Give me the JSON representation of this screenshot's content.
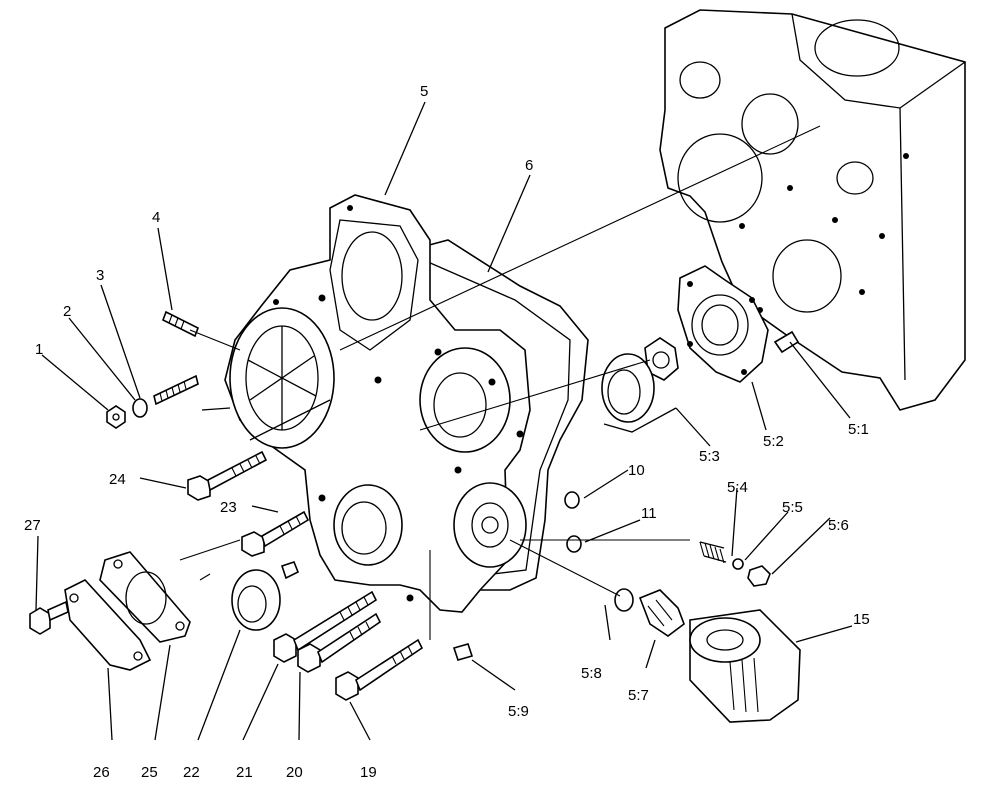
{
  "callouts": [
    {
      "id": "c1",
      "label": "1"
    },
    {
      "id": "c2",
      "label": "2"
    },
    {
      "id": "c3",
      "label": "3"
    },
    {
      "id": "c4",
      "label": "4"
    },
    {
      "id": "c5",
      "label": "5"
    },
    {
      "id": "c6",
      "label": "6"
    },
    {
      "id": "c5_1",
      "label": "5:1"
    },
    {
      "id": "c5_2",
      "label": "5:2"
    },
    {
      "id": "c5_3",
      "label": "5:3"
    },
    {
      "id": "c5_4",
      "label": "5:4"
    },
    {
      "id": "c5_5",
      "label": "5:5"
    },
    {
      "id": "c5_6",
      "label": "5:6"
    },
    {
      "id": "c5_7",
      "label": "5:7"
    },
    {
      "id": "c5_8",
      "label": "5:8"
    },
    {
      "id": "c5_9",
      "label": "5:9"
    },
    {
      "id": "c10",
      "label": "10"
    },
    {
      "id": "c11",
      "label": "11"
    },
    {
      "id": "c15",
      "label": "15"
    },
    {
      "id": "c19",
      "label": "19"
    },
    {
      "id": "c20",
      "label": "20"
    },
    {
      "id": "c21",
      "label": "21"
    },
    {
      "id": "c22",
      "label": "22"
    },
    {
      "id": "c23",
      "label": "23"
    },
    {
      "id": "c24",
      "label": "24"
    },
    {
      "id": "c25",
      "label": "25"
    },
    {
      "id": "c26",
      "label": "26"
    },
    {
      "id": "c27",
      "label": "27"
    }
  ]
}
